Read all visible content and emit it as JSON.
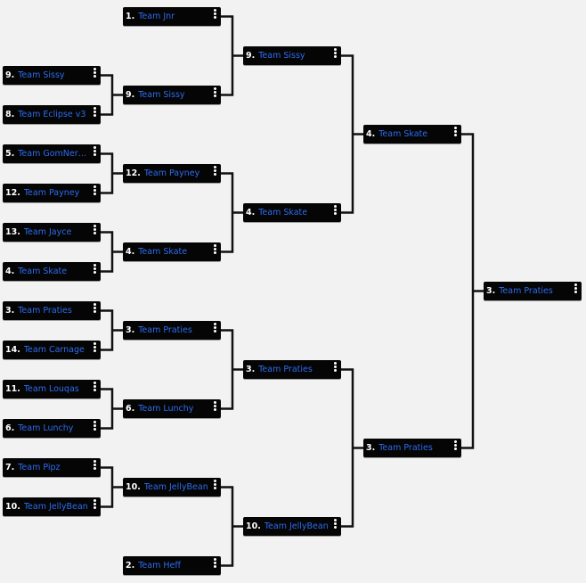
{
  "matches": [
    {
      "id": "r1-1",
      "seed": "1.",
      "name": "Team Jnr"
    },
    {
      "id": "r0-1",
      "seed": "9.",
      "name": "Team Sissy"
    },
    {
      "id": "r0-2",
      "seed": "8.",
      "name": "Team Eclipse v3"
    },
    {
      "id": "r1-2",
      "seed": "9.",
      "name": "Team Sissy"
    },
    {
      "id": "r0-3",
      "seed": "5.",
      "name": "Team GomNer…"
    },
    {
      "id": "r0-4",
      "seed": "12.",
      "name": "Team Payney"
    },
    {
      "id": "r1-3",
      "seed": "12.",
      "name": "Team Payney"
    },
    {
      "id": "r0-5",
      "seed": "13.",
      "name": "Team Jayce"
    },
    {
      "id": "r0-6",
      "seed": "4.",
      "name": "Team Skate"
    },
    {
      "id": "r1-4",
      "seed": "4.",
      "name": "Team Skate"
    },
    {
      "id": "r0-7",
      "seed": "3.",
      "name": "Team Praties"
    },
    {
      "id": "r0-8",
      "seed": "14.",
      "name": "Team Carnage"
    },
    {
      "id": "r1-5",
      "seed": "3.",
      "name": "Team Praties"
    },
    {
      "id": "r0-9",
      "seed": "11.",
      "name": "Team Louqas"
    },
    {
      "id": "r0-10",
      "seed": "6.",
      "name": "Team Lunchy"
    },
    {
      "id": "r1-6",
      "seed": "6.",
      "name": "Team Lunchy"
    },
    {
      "id": "r0-11",
      "seed": "7.",
      "name": "Team Pipz"
    },
    {
      "id": "r0-12",
      "seed": "10.",
      "name": "Team JellyBean"
    },
    {
      "id": "r1-7",
      "seed": "10.",
      "name": "Team JellyBean"
    },
    {
      "id": "r1-8",
      "seed": "2.",
      "name": "Team Heff"
    },
    {
      "id": "r2-1",
      "seed": "9.",
      "name": "Team Sissy"
    },
    {
      "id": "r2-2",
      "seed": "4.",
      "name": "Team Skate"
    },
    {
      "id": "r2-3",
      "seed": "3.",
      "name": "Team Praties"
    },
    {
      "id": "r2-4",
      "seed": "10.",
      "name": "Team JellyBean"
    },
    {
      "id": "r3-1",
      "seed": "4.",
      "name": "Team Skate"
    },
    {
      "id": "r3-2",
      "seed": "3.",
      "name": "Team Praties"
    },
    {
      "id": "r4-1",
      "seed": "3.",
      "name": "Team Praties"
    }
  ],
  "colors": {
    "card": "#050505",
    "name": "#2d6cf0",
    "seed": "#ffffff",
    "line": "#111111",
    "background": "#f2f2f2"
  },
  "icons": {
    "menu": "kebab-menu-icon"
  }
}
